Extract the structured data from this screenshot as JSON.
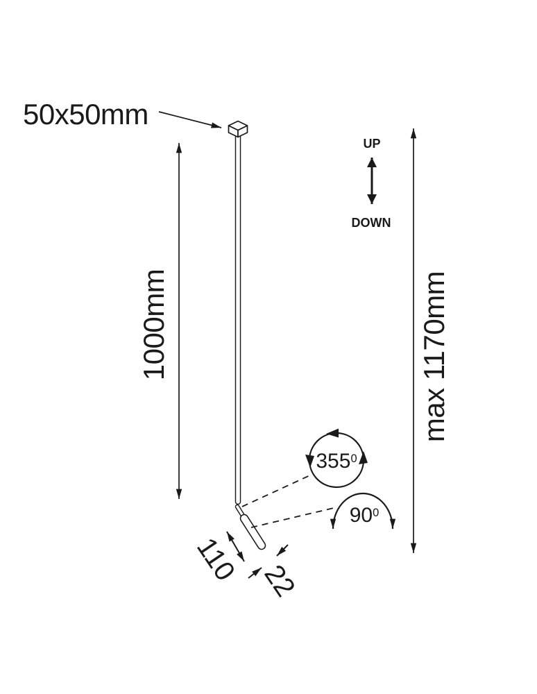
{
  "labels": {
    "mount_size": "50x50mm",
    "up": "UP",
    "down": "DOWN",
    "rod_length": "1000mm",
    "max_length": "max 1170mm",
    "head_length": "110",
    "head_diameter": "22",
    "swivel_angle": {
      "value": "355",
      "sup": "0"
    },
    "tilt_angle": {
      "value": "90",
      "sup": "0"
    }
  },
  "colors": {
    "line": "#1a1a1a",
    "background": "#ffffff"
  }
}
